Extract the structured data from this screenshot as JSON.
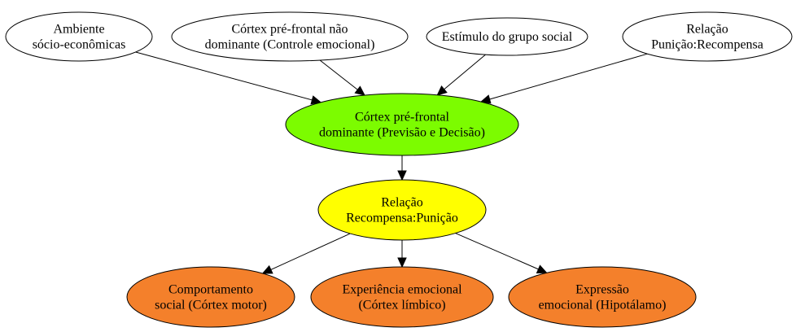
{
  "nodes": [
    {
      "id": "ambiente",
      "lines": [
        "Ambiente",
        "sócio-econômicas"
      ],
      "fill": "#ffffff"
    },
    {
      "id": "cortex-nao-dominante",
      "lines": [
        "Córtex pré-frontal não",
        "dominante (Controle emocional)"
      ],
      "fill": "#ffffff"
    },
    {
      "id": "estimulo",
      "lines": [
        "Estímulo do grupo social"
      ],
      "fill": "#ffffff"
    },
    {
      "id": "relacao-punicao",
      "lines": [
        "Relação",
        "Punição:Recompensa"
      ],
      "fill": "#ffffff"
    },
    {
      "id": "cortex-dominante",
      "lines": [
        "Córtex pré-frontal",
        "dominante (Previsão e Decisão)"
      ],
      "fill": "#7cfc00"
    },
    {
      "id": "relacao-recompensa",
      "lines": [
        "Relação",
        "Recompensa:Punição"
      ],
      "fill": "#ffff00"
    },
    {
      "id": "comportamento",
      "lines": [
        "Comportamento",
        "social (Córtex motor)"
      ],
      "fill": "#f4802b"
    },
    {
      "id": "experiencia",
      "lines": [
        "Experiência emocional",
        "(Córtex límbico)"
      ],
      "fill": "#f4802b"
    },
    {
      "id": "expressao",
      "lines": [
        "Expressão",
        "emocional (Hipotálamo)"
      ],
      "fill": "#f4802b"
    }
  ],
  "edges": [
    {
      "from": "ambiente",
      "to": "cortex-dominante"
    },
    {
      "from": "cortex-nao-dominante",
      "to": "cortex-dominante"
    },
    {
      "from": "estimulo",
      "to": "cortex-dominante"
    },
    {
      "from": "relacao-punicao",
      "to": "cortex-dominante"
    },
    {
      "from": "cortex-dominante",
      "to": "relacao-recompensa"
    },
    {
      "from": "relacao-recompensa",
      "to": "comportamento"
    },
    {
      "from": "relacao-recompensa",
      "to": "experiencia"
    },
    {
      "from": "relacao-recompensa",
      "to": "expressao"
    }
  ]
}
